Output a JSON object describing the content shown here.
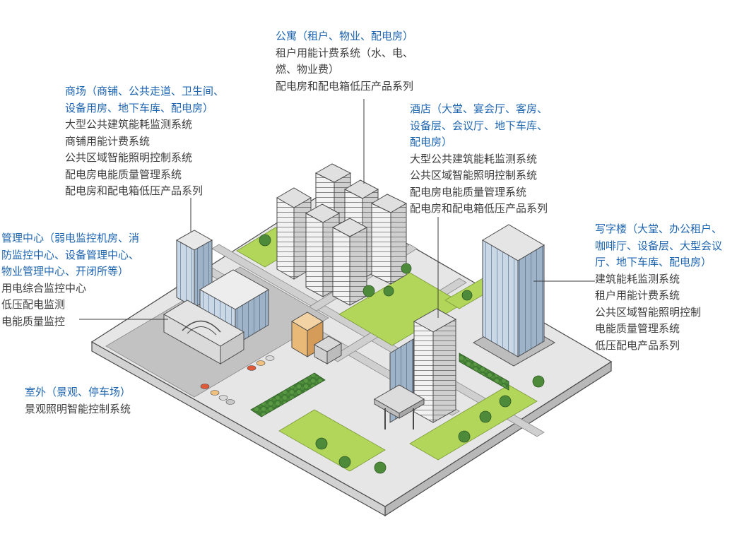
{
  "callouts": {
    "apartment": {
      "title": "公寓（租户、物业、配电房）",
      "lines": [
        "租户用能计费系统（水、电、",
        "燃、物业费）",
        "配电房和配电箱低压产品系列"
      ]
    },
    "mall": {
      "title": [
        "商场（商铺、公共走道、卫生间、",
        "设备用房、地下车库、配电房）"
      ],
      "lines": [
        "大型公共建筑能耗监测系统",
        "商铺用能计费系统",
        "公共区域智能照明控制系统",
        "配电房电能质量管理系统",
        "配电房和配电箱低压产品系列"
      ]
    },
    "hotel": {
      "title": [
        "酒店（大堂、宴会厅、客房、",
        "设备层、会议厅、地下车库、",
        "配电房）"
      ],
      "lines": [
        "大型公共建筑能耗监测系统",
        "公共区域智能照明控制系统",
        "配电房电能质量管理系统",
        "配电房和配电箱低压产品系列"
      ]
    },
    "office": {
      "title": [
        "写字楼（大堂、办公租户、",
        "咖啡厅、设备层、大型会议",
        "厅、地下车库、配电房）"
      ],
      "lines": [
        "建筑能耗监测系统",
        "租户用能计费系统",
        "公共区域智能照明控制",
        "电能质量管理系统",
        "低压配电产品系列"
      ]
    },
    "mgmt": {
      "title": [
        "管理中心（弱电监控机房、消",
        "防监控中心、设备管理中心、",
        "物业管理中心、开闭所等）"
      ],
      "lines": [
        "用电综合监控中心",
        "低压配电监测",
        "电能质量监控"
      ]
    },
    "outdoor": {
      "title": "室外（景观、停车场）",
      "lines": [
        "景观照明智能控制系统"
      ]
    }
  },
  "colors": {
    "title_blue": "#1d64b0",
    "text_gray": "#3d3d3d",
    "lawn_green": "#b2d65a",
    "tree_green": "#4d8a3a",
    "glass_blue": "#c4d4e4",
    "wood_orange": "#e9b978",
    "ground": "#e4e4e4",
    "road": "#cbcbcb",
    "outline": "#4a4a4a"
  }
}
